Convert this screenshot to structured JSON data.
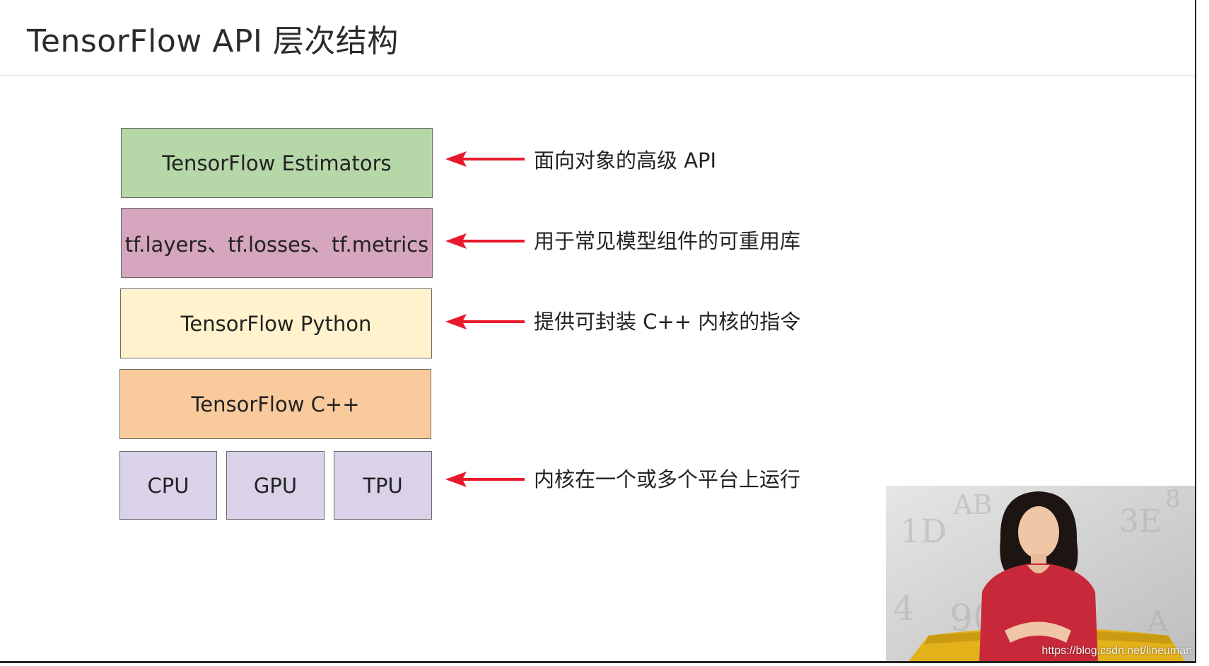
{
  "title": "TensorFlow API 层次结构",
  "colors": {
    "estimators": "#b6d7a8",
    "libraries": "#d5a6bd",
    "python": "#fff2cc",
    "cpp": "#f9cb9c",
    "hardware": "#d9d2e9",
    "arrow": "#e8192c"
  },
  "layers": {
    "estimators": "TensorFlow Estimators",
    "libraries": "tf.layers、tf.losses、tf.metrics",
    "python": "TensorFlow Python",
    "cpp": "TensorFlow C++",
    "hardware": [
      "CPU",
      "GPU",
      "TPU"
    ]
  },
  "annotations": {
    "estimators": "面向对象的高级 API",
    "libraries": "用于常见模型组件的可重用库",
    "python": "提供可封装 C++ 内核的指令",
    "hardware": "内核在一个或多个平台上运行"
  },
  "video": {
    "watermark": "https://blog.csdn.net/lineuman"
  }
}
